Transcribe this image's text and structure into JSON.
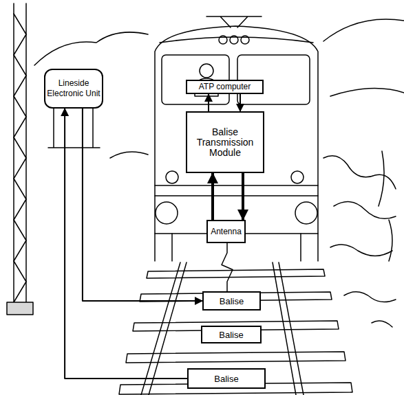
{
  "diagram": {
    "nodes": [
      {
        "text": [
          "ATP computer"
        ]
      },
      {
        "text": [
          "Balise Transmission Module"
        ]
      },
      {
        "text": [
          "Lineside Electronic Unit"
        ]
      },
      {
        "text": [
          "Antenna"
        ]
      },
      {
        "text": [
          "Balise"
        ]
      },
      {
        "text": [
          "Balise"
        ]
      },
      {
        "text": [
          "Balise"
        ]
      }
    ],
    "edges": [
      {
        "from": 1,
        "to": 0,
        "arrow": "to"
      },
      {
        "from": 0,
        "to": 1,
        "arrow": "to"
      },
      {
        "from": 3,
        "to": 1,
        "arrow": "to"
      },
      {
        "from": 1,
        "to": 3,
        "arrow": "to"
      },
      {
        "from": 3,
        "to": 4,
        "arrow": "none"
      },
      {
        "from": 2,
        "to": 4,
        "arrow": "to"
      },
      {
        "from": 6,
        "to": 2,
        "arrow": "to"
      }
    ]
  }
}
